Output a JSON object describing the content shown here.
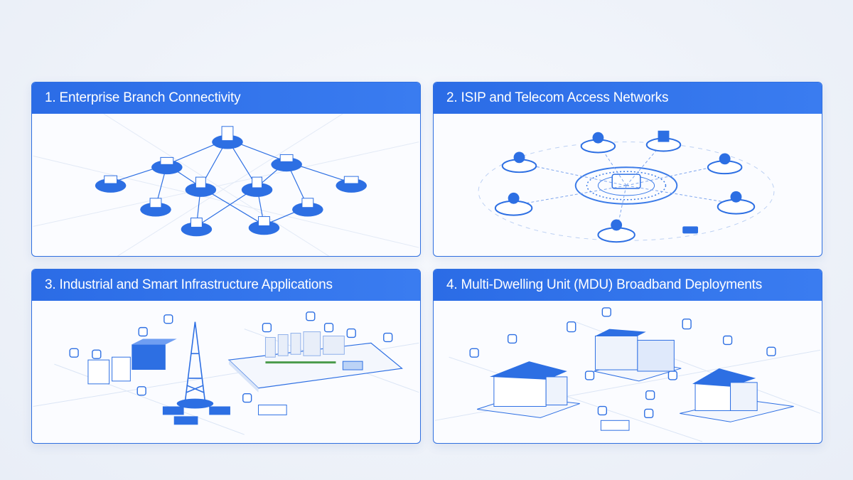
{
  "panels": [
    {
      "title": "1. Enterprise Branch Connectivity",
      "icon": "branch-network-icon"
    },
    {
      "title": "2. ISIP and Telecom Access Networks",
      "icon": "telecom-hub-icon"
    },
    {
      "title": "3. Industrial and Smart Infrastructure Applications",
      "icon": "industrial-site-icon"
    },
    {
      "title": "4. Multi-Dwelling Unit (MDU) Broadband Deployments",
      "icon": "building-icon"
    }
  ],
  "colors": {
    "accent": "#2b6ce6",
    "header_text": "#ffffff",
    "node_blue": "#2d6fe3",
    "node_light": "#dfe9fb"
  }
}
